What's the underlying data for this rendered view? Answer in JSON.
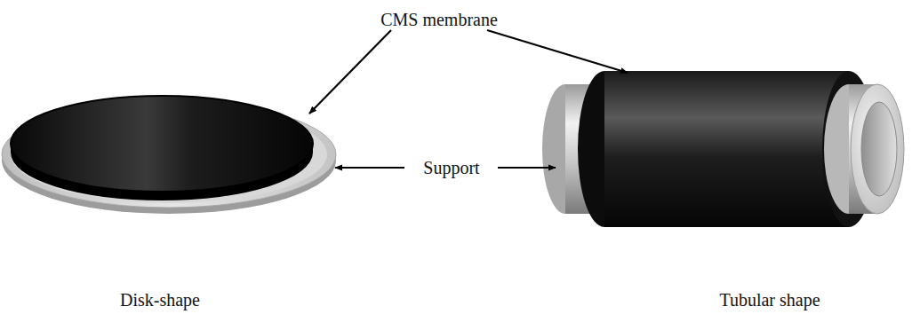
{
  "diagram": {
    "labels": [
      "CMS membrane",
      "Support",
      "Disk-shape",
      "Tubular shape"
    ]
  }
}
